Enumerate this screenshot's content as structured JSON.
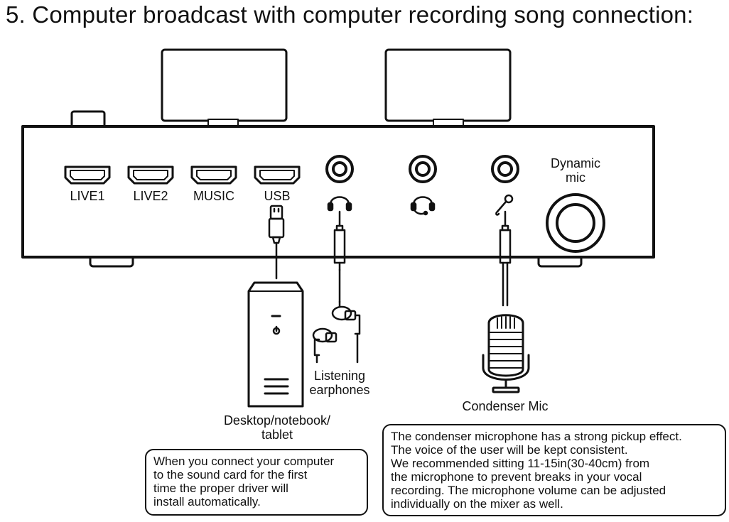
{
  "title": "5. Computer broadcast with computer recording song connection:",
  "ports": {
    "live1": "LIVE1",
    "live2": "LIVE2",
    "music": "MUSIC",
    "usb": "USB"
  },
  "dynamic_mic": {
    "line1": "Dynamic",
    "line2": "mic"
  },
  "devices": {
    "computer": {
      "line1": "Desktop/notebook/",
      "line2": "tablet"
    },
    "earphones": {
      "line1": "Listening",
      "line2": "earphones"
    },
    "condenser": "Condenser Mic"
  },
  "notes": {
    "driver": [
      "When you connect your computer",
      "to the sound card  for the first",
      "time the proper driver will",
      "install automatically."
    ],
    "mic": [
      "The condenser microphone has a strong pickup effect.",
      "The voice of the user will be kept consistent.",
      "We recommended sitting 11-15in(30-40cm) from",
      "the microphone to prevent breaks in your vocal",
      "recording. The microphone volume can be adjusted",
      "individually on the mixer as well."
    ]
  },
  "icons": {
    "headphone_jack": "headphones-icon",
    "headset_jack": "headset-icon",
    "mic_jack": "microphone-icon",
    "power": "power-icon"
  }
}
